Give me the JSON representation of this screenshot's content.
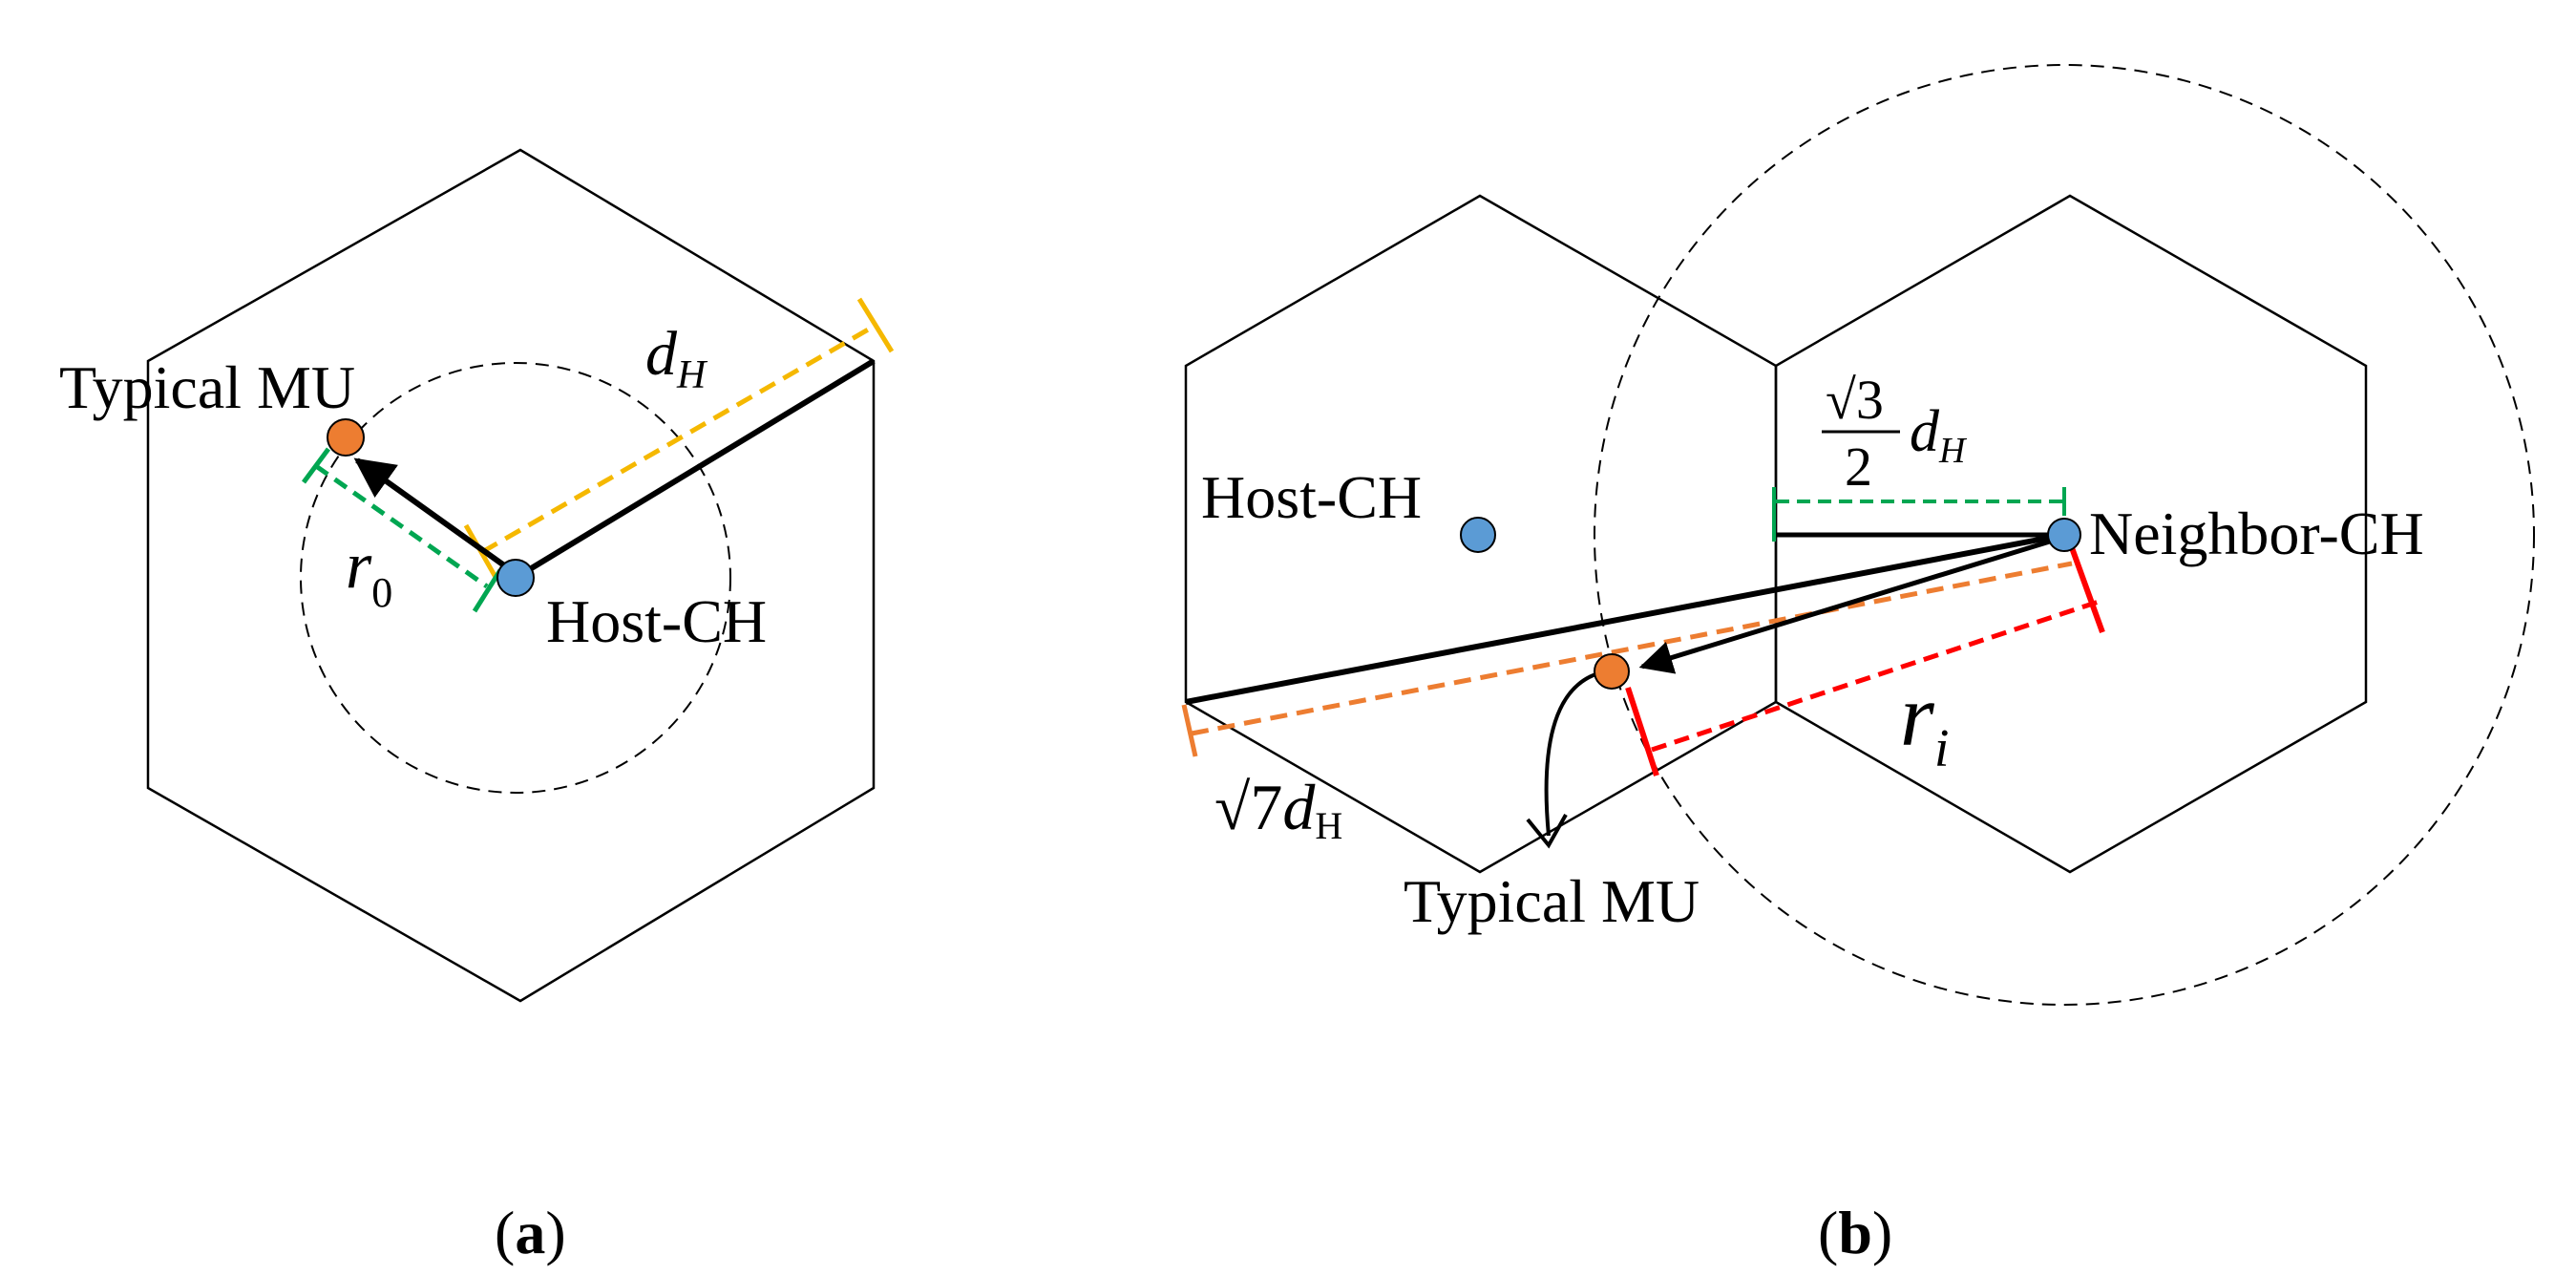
{
  "colors": {
    "mu": "#ED7D31",
    "ch": "#5B9BD5",
    "yellow": "#F5B800",
    "green": "#00A651",
    "orange": "#ED7D31",
    "red": "#FF0000",
    "line": "#000000"
  },
  "panel_a": {
    "typical_mu": "Typical MU",
    "host_ch": "Host-CH",
    "d_main": "d",
    "d_sub": "H",
    "r_main": "r",
    "r_sub": "0",
    "caption_open": "(",
    "caption_letter": "a",
    "caption_close": ")"
  },
  "panel_b": {
    "host_ch": "Host-CH",
    "neighbor_ch": "Neighbor-CH",
    "typical_mu": "Typical MU",
    "frac_num": "√3",
    "frac_den": "2",
    "frac_d": "d",
    "frac_sub": "H",
    "sqrt7": "√7",
    "sqrt7_d": "d",
    "sqrt7_sub": "H",
    "r_main": "r",
    "r_sub": "i",
    "caption_open": "(",
    "caption_letter": "b",
    "caption_close": ")"
  }
}
